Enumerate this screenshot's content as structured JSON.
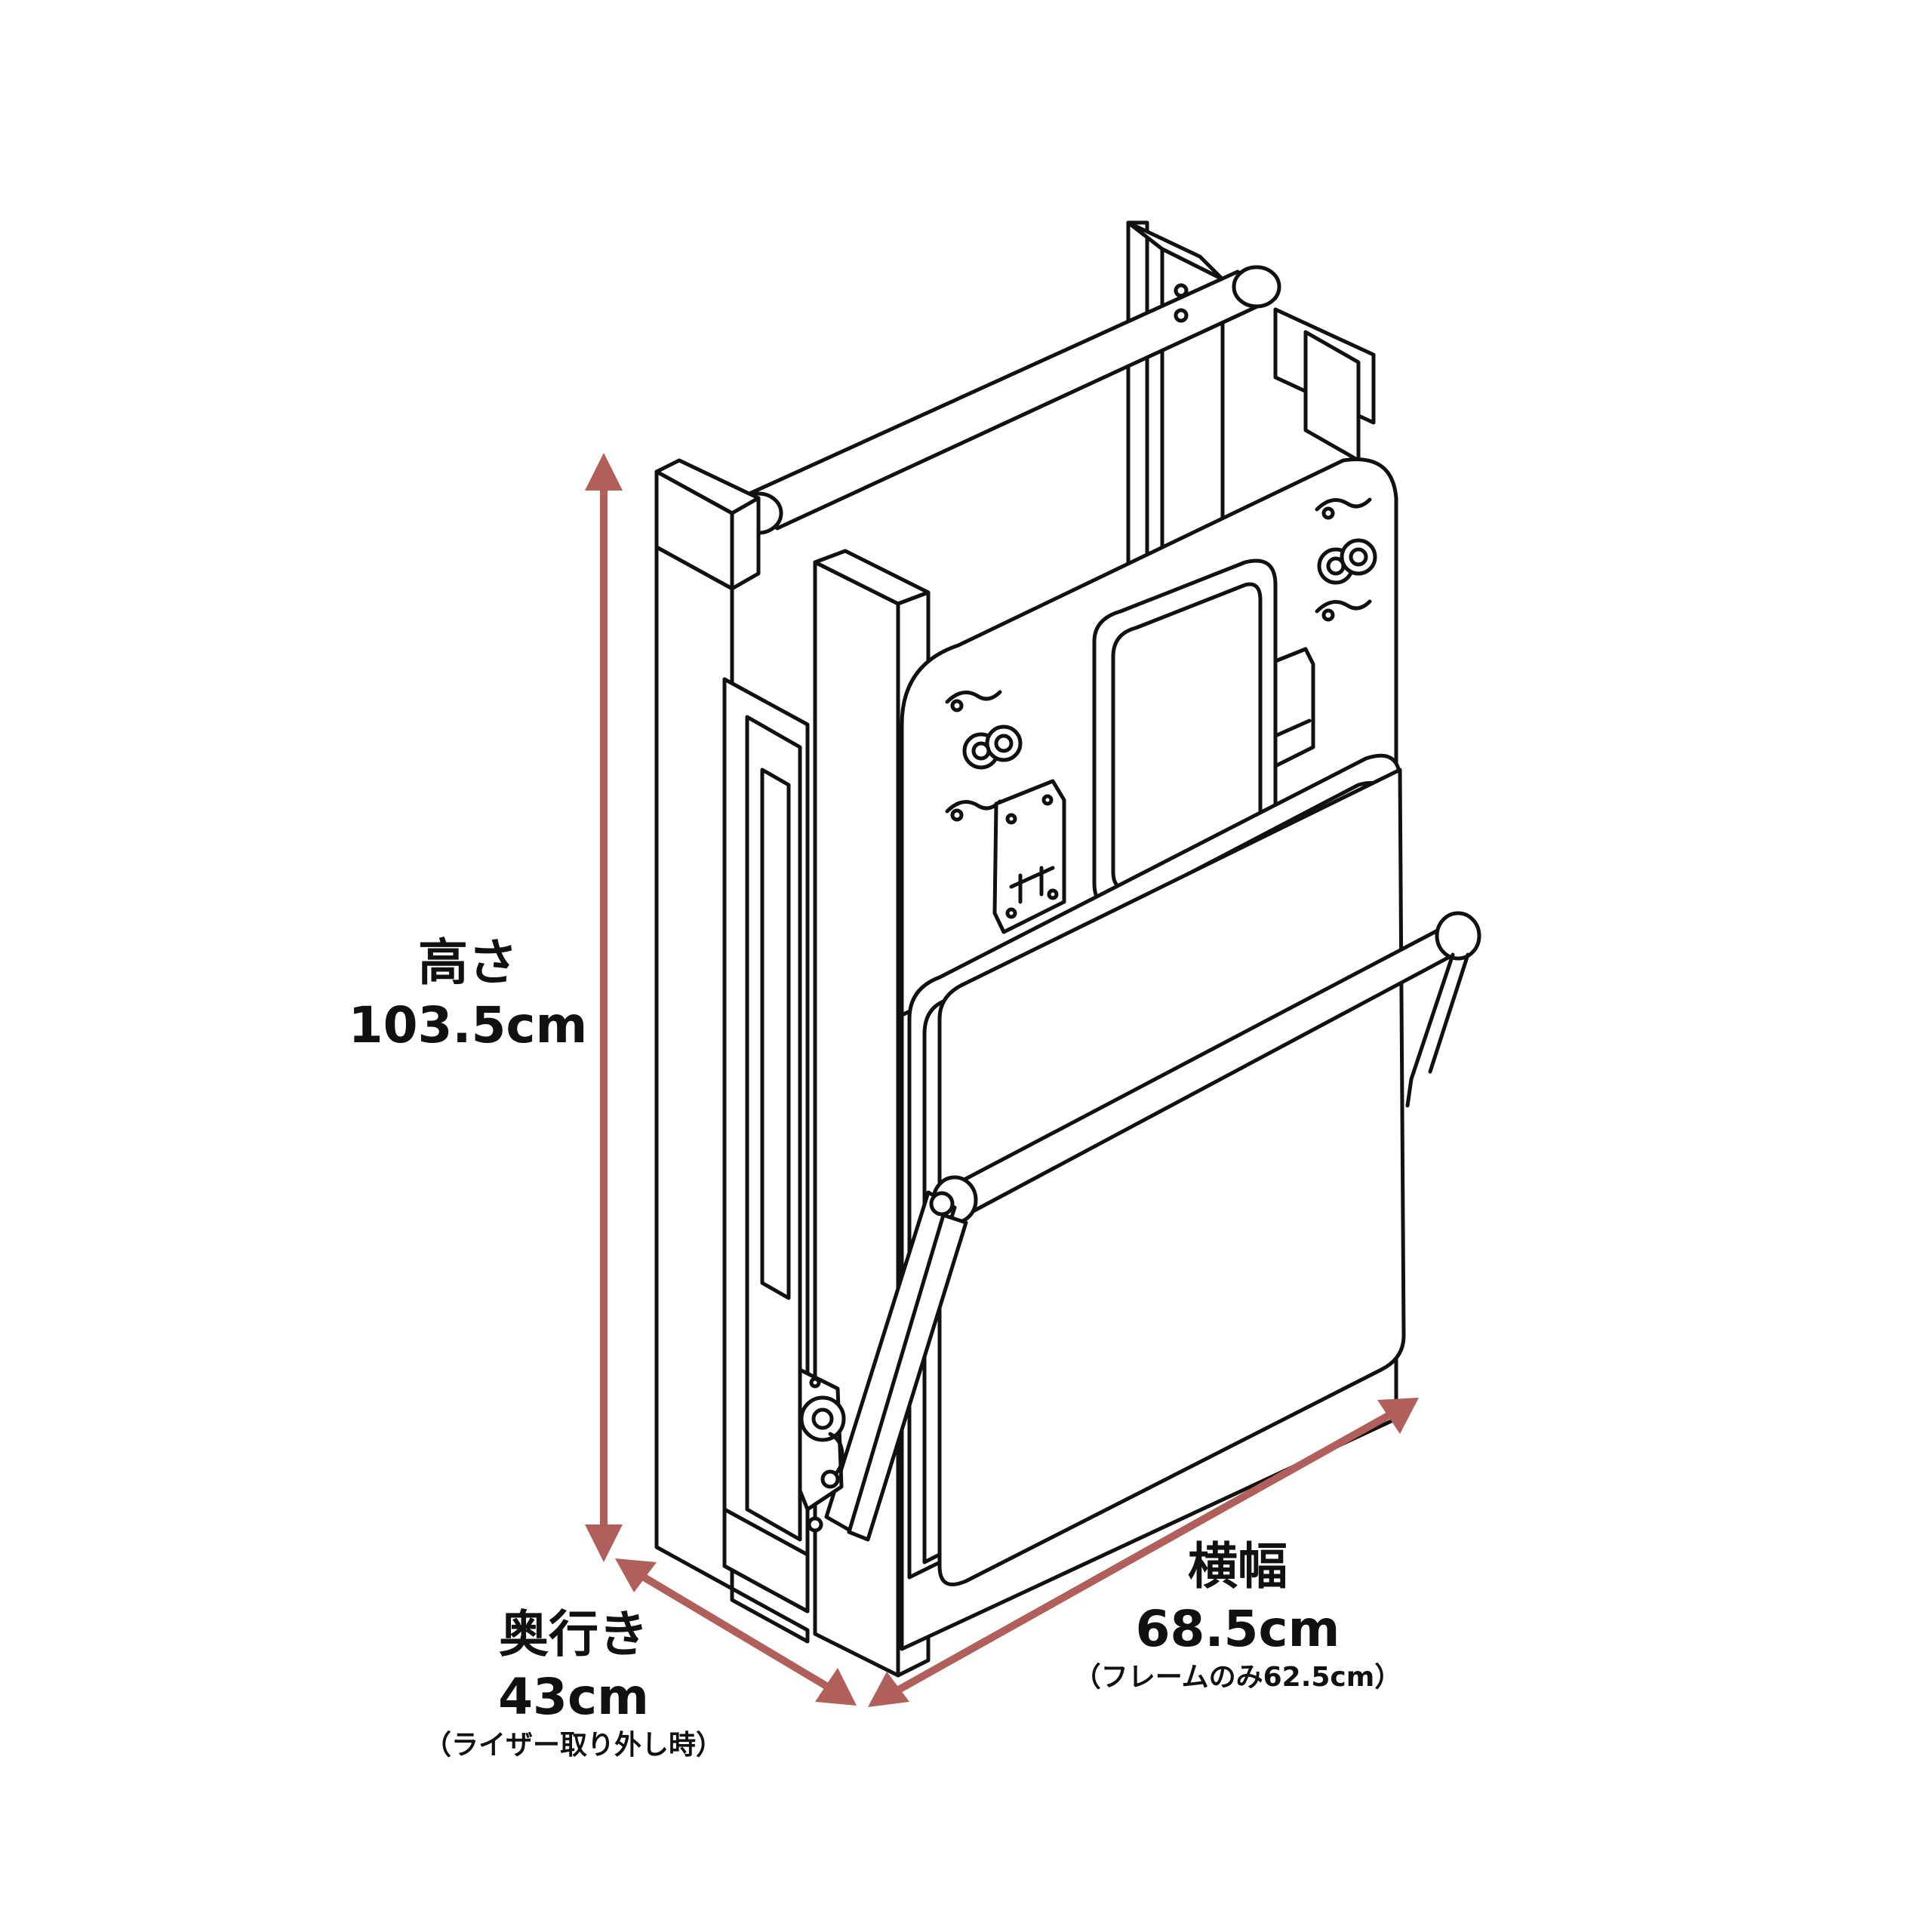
{
  "dimensions": {
    "height": {
      "label": "高さ",
      "value": "103.5cm"
    },
    "width": {
      "label": "横幅",
      "value": "68.5cm",
      "note": "（フレームのみ62.5cm）"
    },
    "depth": {
      "label": "奥行き",
      "value": "43cm",
      "note": "（ライザー取り外し時）"
    }
  },
  "colors": {
    "arrow": "#b05f5a",
    "line": "#111111",
    "background": "#ffffff"
  }
}
